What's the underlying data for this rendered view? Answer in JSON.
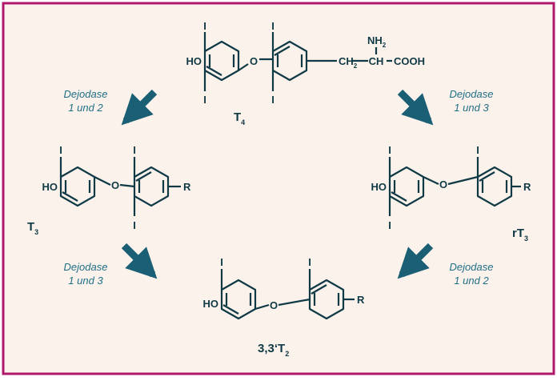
{
  "colors": {
    "frame": "#b0186c",
    "background": "#fbf2ec",
    "structure": "#0f3a45",
    "arrow": "#1b5f75",
    "enzyme_text": "#1f6f86"
  },
  "atoms": {
    "iodine": "I",
    "hydroxyl": "HO",
    "ether_oxygen": "O",
    "residue": "R",
    "ch2": "CH",
    "ch": "CH",
    "nh2": "NH",
    "cooh": "COOH",
    "sub_2": "2",
    "dash": "—"
  },
  "compounds": {
    "t4": {
      "main": "T",
      "sub": "4"
    },
    "t3": {
      "main": "T",
      "sub": "3"
    },
    "rt3": {
      "main": "rT",
      "sub": "3"
    },
    "t2": {
      "main": "3,3‘T",
      "sub": "2"
    }
  },
  "enzymes": {
    "top_left": {
      "line1": "Dejodase",
      "line2": "1 und 2"
    },
    "top_right": {
      "line1": "Dejodase",
      "line2": "1 und 3"
    },
    "bottom_left": {
      "line1": "Dejodase",
      "line2": "1 und 3"
    },
    "bottom_right": {
      "line1": "Dejodase",
      "line2": "1 und 2"
    }
  }
}
